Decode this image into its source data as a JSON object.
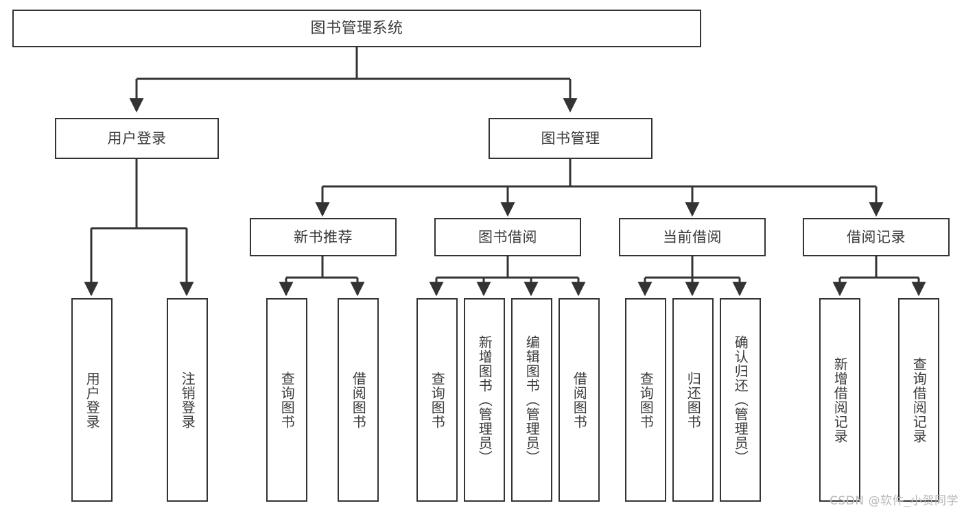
{
  "diagram": {
    "title": "图书管理系统",
    "type": "tree-hierarchy",
    "watermark": "CSDN @软件_小贺同学",
    "colors": {
      "box_border": "#333333",
      "box_fill": "#ffffff",
      "edge": "#333333",
      "text": "#3b3b3b",
      "watermark": "#b8b8b8"
    },
    "root": {
      "label": "图书管理系统"
    },
    "level2": [
      {
        "label": "用户登录"
      },
      {
        "label": "图书管理"
      }
    ],
    "level3": [
      {
        "label": "新书推荐"
      },
      {
        "label": "图书借阅"
      },
      {
        "label": "当前借阅"
      },
      {
        "label": "借阅记录"
      }
    ],
    "leaves": {
      "user_login": [
        {
          "label": "用户登录"
        },
        {
          "label": "注销登录"
        }
      ],
      "new_book_recommend": [
        {
          "label": "查询图书"
        },
        {
          "label": "借阅图书"
        }
      ],
      "book_borrow": [
        {
          "label": "查询图书"
        },
        {
          "label": "新增图书（管理员）"
        },
        {
          "label": "编辑图书（管理员）"
        },
        {
          "label": "借阅图书"
        }
      ],
      "current_borrow": [
        {
          "label": "查询图书"
        },
        {
          "label": "归还图书"
        },
        {
          "label": "确认归还（管理员）"
        }
      ],
      "borrow_record": [
        {
          "label": "新增借阅记录"
        },
        {
          "label": "查询借阅记录"
        }
      ]
    }
  }
}
